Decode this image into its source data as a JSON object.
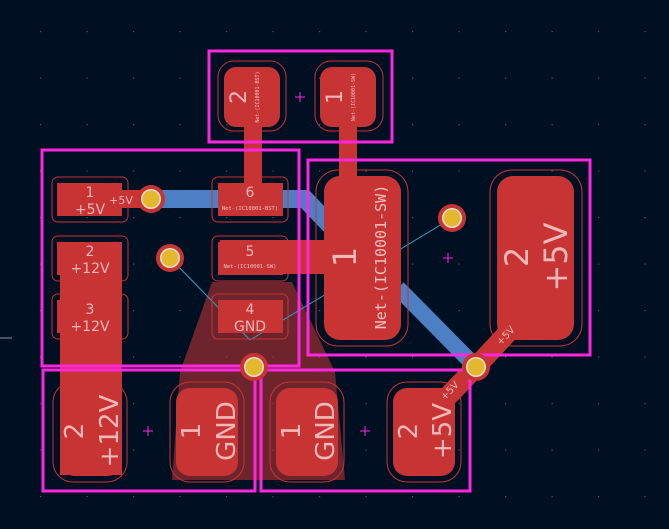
{
  "app": {
    "view": "PCB Editor - board canvas"
  },
  "colors": {
    "background": "#001023",
    "grid_dot": "#5a6675",
    "courtyard": "#ff26e2",
    "pad_front": "#c83434",
    "pad_outline": "#c83434",
    "track_back": "#4d7fc4",
    "via_ring": "#c83434",
    "via_drill": "#e3b72e",
    "ratsnest": "#29a5c4",
    "zone_fill": "#c8343466"
  },
  "footprints": [
    {
      "id": "top-connector",
      "pads": [
        {
          "number": "2",
          "net": "Net-(IC10001-BST)"
        },
        {
          "number": "1",
          "net": "Net-(IC10001-SW)"
        }
      ]
    },
    {
      "id": "ic",
      "pads": [
        {
          "number": "1",
          "net": "+5V"
        },
        {
          "number": "2",
          "net": "+12V"
        },
        {
          "number": "3",
          "net": "+12V"
        },
        {
          "number": "4",
          "net": "GND"
        },
        {
          "number": "5",
          "net": "Net-(IC10001-SW)"
        },
        {
          "number": "6",
          "net": "Net-(IC10001-BST)"
        }
      ]
    },
    {
      "id": "inductor",
      "pads": [
        {
          "number": "1",
          "net": "Net-(IC10001-SW)"
        },
        {
          "number": "2",
          "net": "+5V"
        }
      ]
    },
    {
      "id": "input-cap",
      "pads": [
        {
          "number": "2",
          "net": "+12V"
        },
        {
          "number": "1",
          "net": "GND"
        }
      ]
    },
    {
      "id": "output-cap",
      "pads": [
        {
          "number": "1",
          "net": "GND"
        },
        {
          "number": "2",
          "net": "+5V"
        }
      ]
    }
  ],
  "track_labels": {
    "ic_pad1_track": "+5V",
    "diag_track_upper": "+5V",
    "diag_track_lower": "+5V"
  }
}
